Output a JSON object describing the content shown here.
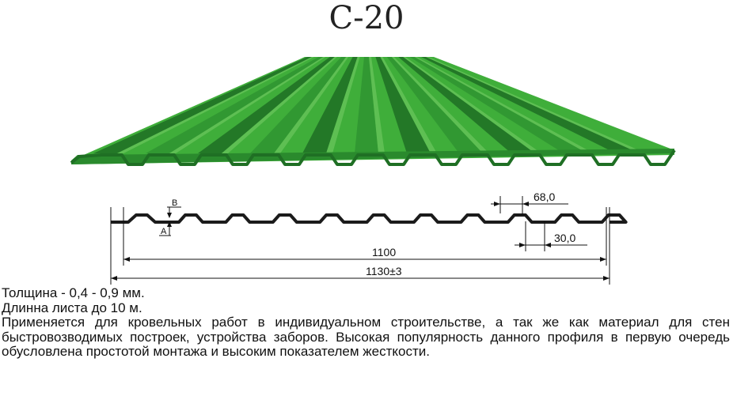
{
  "title": "С-20",
  "drawing": {
    "label_b": "B",
    "label_a": "A",
    "dim_rib_top": "68,0",
    "dim_rib_bottom": "30,0",
    "dim_useful_width": "1100",
    "dim_total_width": "1130±3"
  },
  "description": {
    "thickness": "Толщина - 0,4 - 0,9 мм.",
    "length": "Длинна листа до 10 м.",
    "usage": "Применяется для кровельных работ в индивидуальном строительстве, а так же как материал для стен быстровозводимых построек, устройства заборов. Высокая популярность данного профиля в первую очередь обусловлена простотой монтажа и высоким показателем жесткости."
  },
  "colors": {
    "sheet_light": "#3fae3a",
    "sheet_mid": "#2f9431",
    "sheet_dark": "#1f6f24",
    "profile": "#1b1b1b"
  }
}
